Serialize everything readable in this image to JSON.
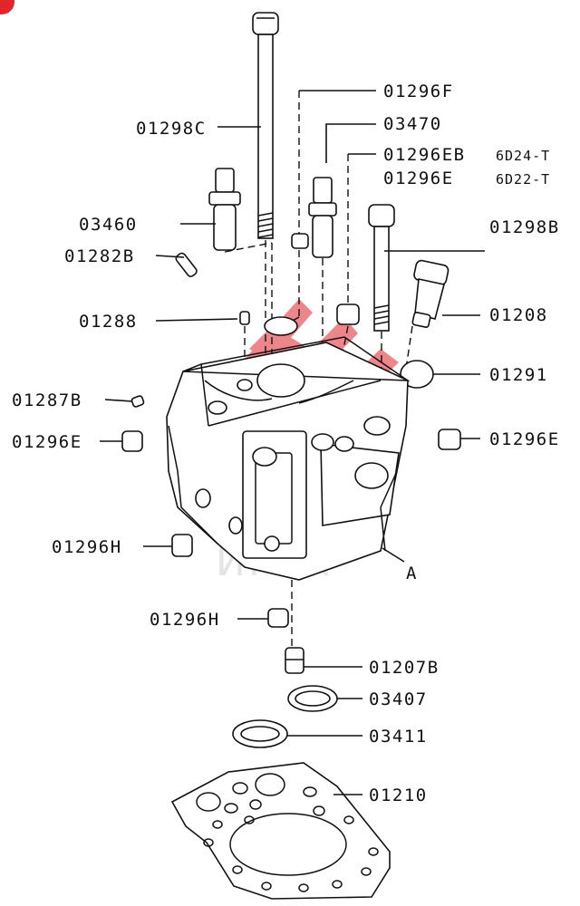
{
  "diagram": {
    "watermark": {
      "text": "ИРЕХ",
      "logo_color": "#e0252b"
    },
    "callouts": [
      {
        "id": "01296F",
        "text": "01296F"
      },
      {
        "id": "03470",
        "text": "03470"
      },
      {
        "id": "01298C",
        "text": "01298C"
      },
      {
        "id": "01296EB",
        "text": "01296EB"
      },
      {
        "id": "01296E_top",
        "text": "01296E"
      },
      {
        "id": "03460",
        "text": "03460"
      },
      {
        "id": "01298B",
        "text": "01298B"
      },
      {
        "id": "01282B",
        "text": "01282B"
      },
      {
        "id": "01208",
        "text": "01208"
      },
      {
        "id": "01288",
        "text": "01288"
      },
      {
        "id": "01291",
        "text": "01291"
      },
      {
        "id": "01287B",
        "text": "01287B"
      },
      {
        "id": "01296E_left",
        "text": "01296E"
      },
      {
        "id": "01296E_right",
        "text": "01296E"
      },
      {
        "id": "01296H_left",
        "text": "01296H"
      },
      {
        "id": "A",
        "text": "A"
      },
      {
        "id": "01296H_bottom",
        "text": "01296H"
      },
      {
        "id": "01207B",
        "text": "01207B"
      },
      {
        "id": "03407",
        "text": "03407"
      },
      {
        "id": "03411",
        "text": "03411"
      },
      {
        "id": "01210",
        "text": "01210"
      }
    ],
    "engine_notes": [
      {
        "id": "6D24-T",
        "text": "6D24-T"
      },
      {
        "id": "6D22-T",
        "text": "6D22-T"
      }
    ]
  }
}
